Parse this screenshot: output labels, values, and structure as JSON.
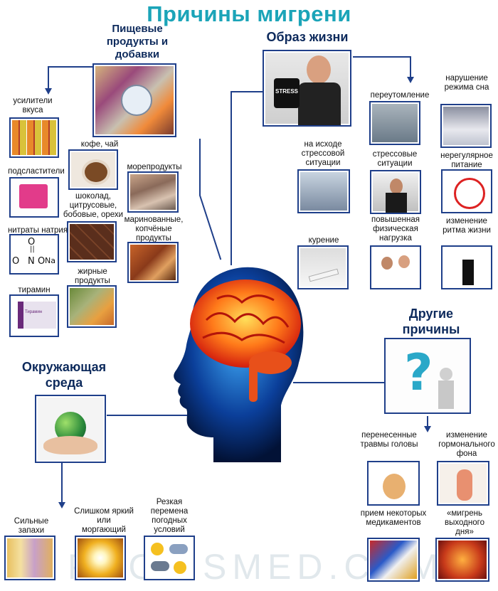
{
  "title": "Причины мигрени",
  "watermark": "PROLISMED.COM",
  "colors": {
    "title": "#1ba4b8",
    "heading": "#0d2a5c",
    "frame": "#1f3f8a"
  },
  "food": {
    "heading": "Пищевые продукты и добавки",
    "items": {
      "flavor": "усилители вкуса",
      "coffee": "кофе, чай",
      "seafood": "морепродукты",
      "sweeteners": "подсластители",
      "chocolate": "шоколад, цитрусовые, бобовые, орехи",
      "marinated": "маринованные, копчёные продукты",
      "nitrates": "нитраты натрия",
      "fatty": "жирные продукты",
      "tyramine": "тирамин"
    },
    "nitrate_formula": {
      "top": "O",
      "mid": "N",
      "minus": "O",
      "na": "Na"
    },
    "tyramine_pack": "Тирамин"
  },
  "lifestyle": {
    "heading": "Образ жизни",
    "mug_text": "STRESS",
    "items": {
      "overwork": "переутомление",
      "sleep": "нарушение режима сна",
      "after_stress": "на исходе стрессовой ситуации",
      "stress": "стрессовые ситуации",
      "irregular_food": "нерегулярное питание",
      "smoking": "курение",
      "physical": "повышенная физическая нагрузка",
      "rhythm": "изменение ритма жизни"
    }
  },
  "environment": {
    "heading": "Окружающая среда",
    "items": {
      "smells": "Сильные запахи",
      "light": "Слишком яркий или моргающий свет",
      "weather": "Резкая перемена погодных условий"
    }
  },
  "other": {
    "heading": "Другие причины",
    "items": {
      "trauma": "перенесенные травмы головы",
      "hormones": "изменение гормонального фона",
      "drugs": "прием некоторых медикаментов",
      "weekend": "«мигрень выходного дня»"
    }
  }
}
